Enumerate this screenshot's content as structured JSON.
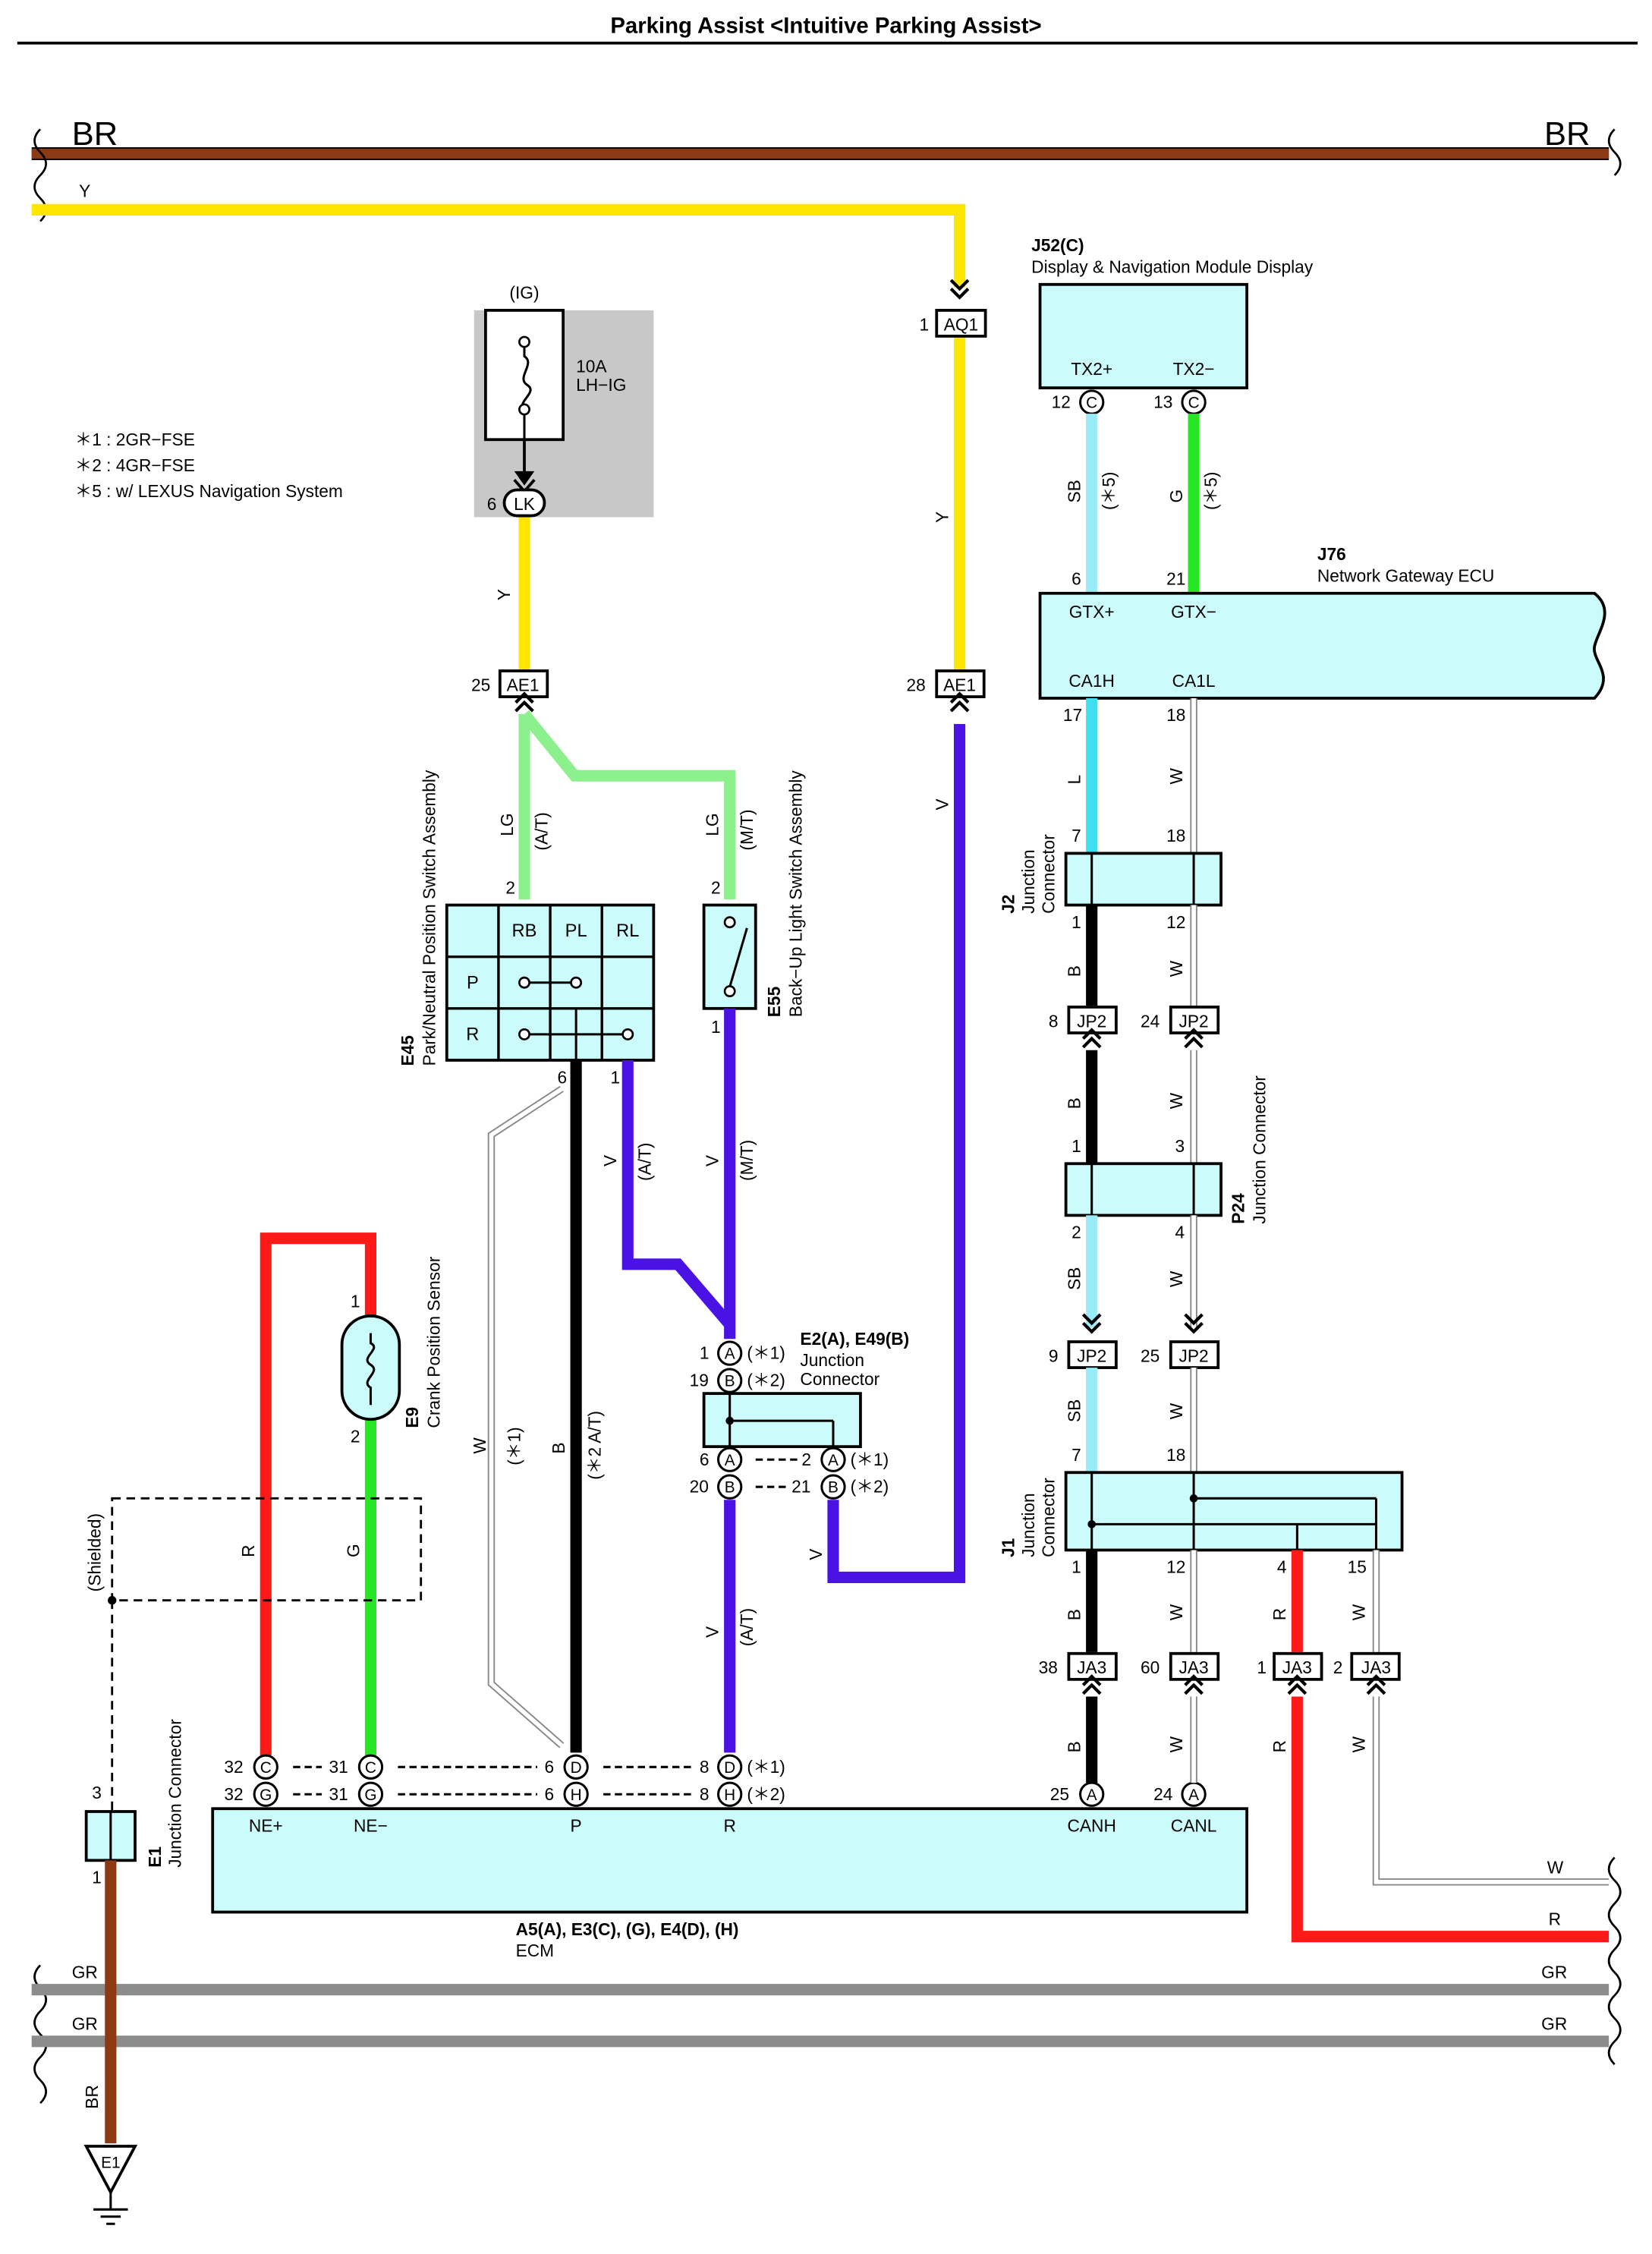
{
  "title": "Parking Assist <Intuitive Parking Assist>",
  "colors": {
    "BR": "#8b3a14",
    "Y": "#ffe600",
    "LG": "#8cf08c",
    "V": "#4b12e6",
    "B": "#000000",
    "R": "#ff1a1a",
    "G": "#26e626",
    "SB": "#99ecf7",
    "L": "#3ee0f0",
    "W": "#ffffff",
    "GR": "#8c8c8c",
    "box_fill": "#ccfbfb",
    "fuse_bg": "#c8c8c8"
  },
  "notes": [
    "＊1 : 2GR−FSE",
    "＊2 : 4GR−FSE",
    "＊5 : w/ LEXUS Navigation System"
  ],
  "fuse": {
    "circuit": "(IG)",
    "rating": "10A",
    "name": "LH−IG",
    "pin": "6",
    "connector": "LK"
  },
  "wire_labels": {
    "BR": "BR",
    "Y": "Y",
    "GR": "GR",
    "LG": "LG",
    "V": "V",
    "B": "B",
    "R": "R",
    "G": "G",
    "W": "W",
    "SB": "SB",
    "L": "L",
    "at": "(A/T)",
    "mt": "(M/T)",
    "n1": "(＊1)",
    "n2": "(＊2)",
    "n5": "(＊5)",
    "n2at": "(＊2 A/T)",
    "shielded": "(Shielded)"
  },
  "connectors": {
    "AQ1": {
      "pin": "1",
      "name": "AQ1"
    },
    "AE1_25": {
      "pin": "25",
      "name": "AE1"
    },
    "AE1_28": {
      "pin": "28",
      "name": "AE1"
    },
    "JP2_8": {
      "pin": "8",
      "name": "JP2"
    },
    "JP2_24": {
      "pin": "24",
      "name": "JP2"
    },
    "JP2_9": {
      "pin": "9",
      "name": "JP2"
    },
    "JP2_25": {
      "pin": "25",
      "name": "JP2"
    },
    "JA3_38": {
      "pin": "38",
      "name": "JA3"
    },
    "JA3_60": {
      "pin": "60",
      "name": "JA3"
    },
    "JA3_1": {
      "pin": "1",
      "name": "JA3"
    },
    "JA3_2": {
      "pin": "2",
      "name": "JA3"
    }
  },
  "components": {
    "display": {
      "code": "J52(C)",
      "name": "Display & Navigation Module Display",
      "t1": "TX2+",
      "t2": "TX2−",
      "p1": "12",
      "p2": "13",
      "c": "C"
    },
    "gateway": {
      "code": "J76",
      "name": "Network Gateway ECU",
      "t1": "GTX+",
      "t2": "GTX−",
      "t3": "CA1H",
      "t4": "CA1L",
      "p_top1": "6",
      "p_top2": "21",
      "p_bot1": "17",
      "p_bot2": "18"
    },
    "j2": {
      "code": "J2",
      "name1": "Junction",
      "name2": "Connector",
      "p_top1": "7",
      "p_top2": "18",
      "p_bot1": "1",
      "p_bot2": "12"
    },
    "p24": {
      "code": "P24",
      "name": "Junction Connector",
      "p_top1": "1",
      "p_top2": "3",
      "p_bot1": "2",
      "p_bot2": "4"
    },
    "j1": {
      "code": "J1",
      "name1": "Junction",
      "name2": "Connector",
      "p_top1": "7",
      "p_top2": "18",
      "p_b1": "1",
      "p_b2": "12",
      "p_b3": "4",
      "p_b4": "15"
    },
    "e45": {
      "code": "E45",
      "name": "Park/Neutral Position Switch Assembly",
      "cols": [
        "RB",
        "PL",
        "RL"
      ],
      "rows": [
        "P",
        "R"
      ],
      "p_in": "2",
      "p_b": "6",
      "p_v": "1"
    },
    "e55": {
      "code": "E55",
      "name": "Back−Up Light Switch Assembly",
      "p_in": "2",
      "p_out": "1"
    },
    "e9": {
      "code": "E9",
      "name": "Crank Position Sensor",
      "p1": "1",
      "p2": "2"
    },
    "e2": {
      "code": "E2(A), E49(B)",
      "name1": "Junction",
      "name2": "Connector",
      "p1": "1",
      "c1": "A",
      "p19": "19",
      "c19": "B",
      "p6": "6",
      "c6": "A",
      "p2": "2",
      "c2": "A",
      "p20": "20",
      "c20": "B",
      "p21": "21",
      "c21": "B"
    },
    "e1": {
      "code": "E1",
      "name": "Junction Connector",
      "p_top": "3",
      "p_bot": "1"
    },
    "ecm": {
      "code": "A5(A), E3(C), (G), E4(D), (H)",
      "name": "ECM",
      "terms": [
        "NE+",
        "NE−",
        "P",
        "R",
        "CANH",
        "CANL"
      ],
      "pins_row1": [
        {
          "n": "32",
          "c": "C"
        },
        {
          "n": "31",
          "c": "C"
        },
        {
          "n": "6",
          "c": "D"
        },
        {
          "n": "8",
          "c": "D"
        }
      ],
      "pins_row2": [
        {
          "n": "32",
          "c": "G"
        },
        {
          "n": "31",
          "c": "G"
        },
        {
          "n": "6",
          "c": "H"
        },
        {
          "n": "8",
          "c": "H"
        }
      ],
      "can": [
        {
          "n": "25",
          "c": "A"
        },
        {
          "n": "24",
          "c": "A"
        }
      ]
    },
    "ground": {
      "name": "E1"
    }
  }
}
